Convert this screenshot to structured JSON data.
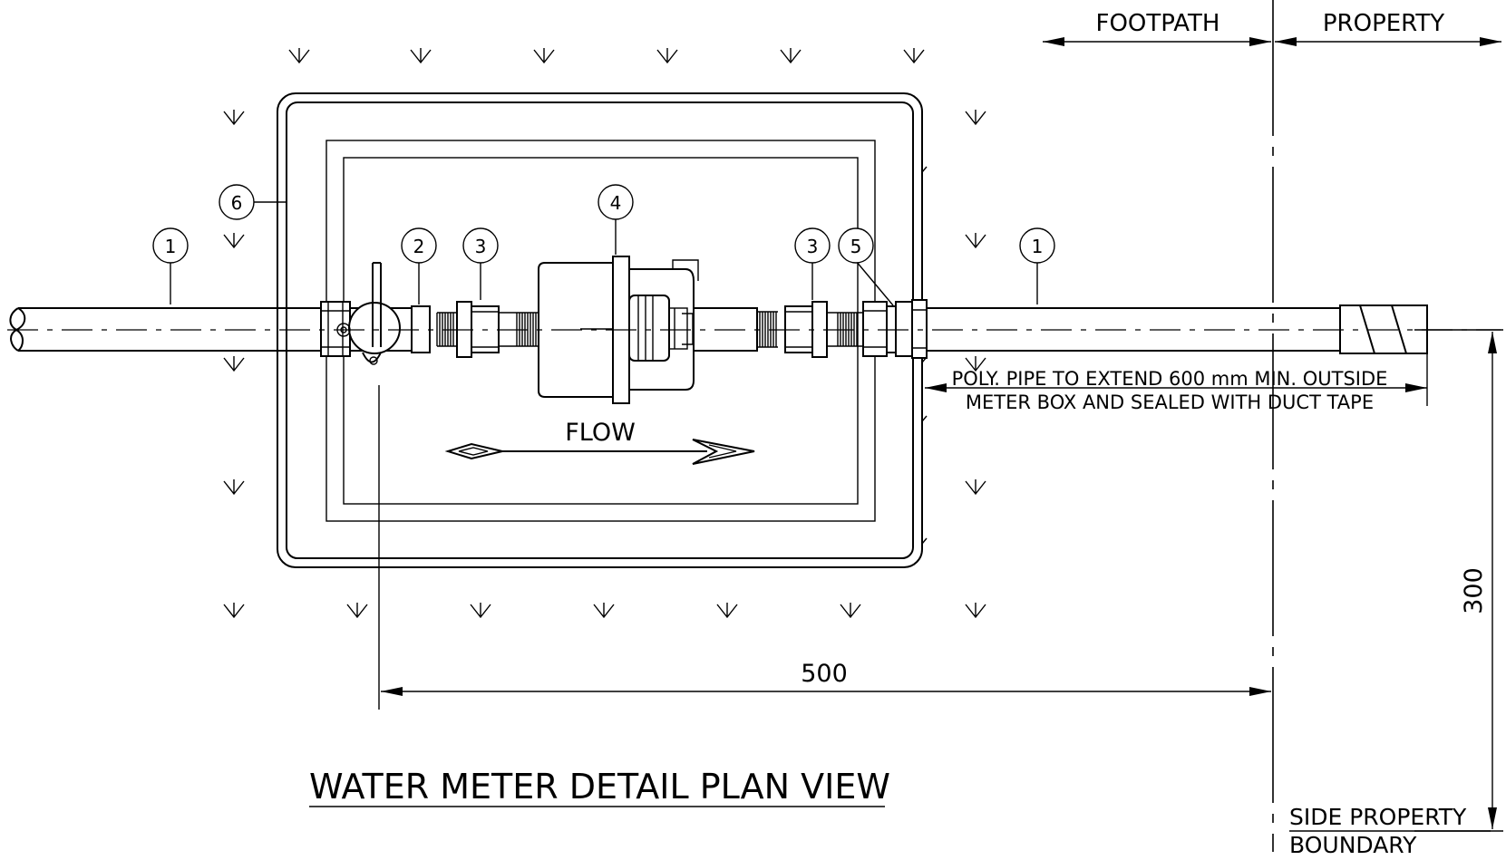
{
  "drawing": {
    "title": "WATER METER DETAIL PLAN VIEW",
    "zones": {
      "footpath": "FOOTPATH",
      "property": "PROPERTY"
    },
    "flow_label": "FLOW",
    "note": {
      "line1": "POLY. PIPE TO EXTEND 600 mm MIN. OUTSIDE",
      "line2": "METER BOX AND SEALED WITH DUCT TAPE"
    },
    "dimensions": {
      "horizontal": "500",
      "vertical": "300"
    },
    "boundary": {
      "line1": "SIDE PROPERTY",
      "line2": "BOUNDARY"
    },
    "callouts": [
      {
        "label": "1"
      },
      {
        "label": "1"
      },
      {
        "label": "2"
      },
      {
        "label": "3"
      },
      {
        "label": "3"
      },
      {
        "label": "4"
      },
      {
        "label": "5"
      },
      {
        "label": "6"
      }
    ]
  }
}
